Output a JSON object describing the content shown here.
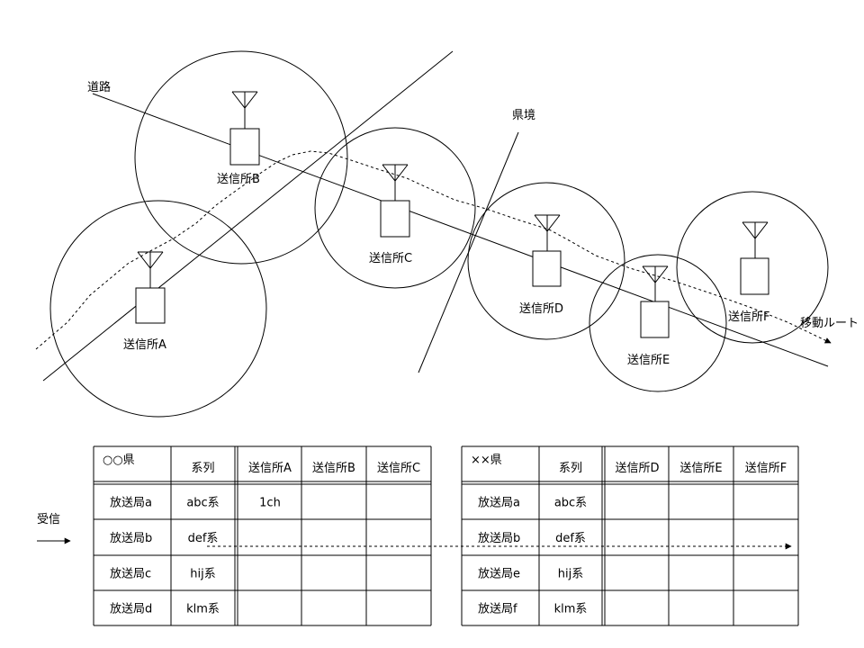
{
  "labels": {
    "road": "道路",
    "border": "県境",
    "route": "移動ルート",
    "receive": "受信"
  },
  "stations": [
    {
      "label": "送信所A"
    },
    {
      "label": "送信所B"
    },
    {
      "label": "送信所C"
    },
    {
      "label": "送信所D"
    },
    {
      "label": "送信所E"
    },
    {
      "label": "送信所F"
    }
  ],
  "table_left": {
    "prefecture": "○○県",
    "col_system": "系列",
    "stations": [
      "送信所A",
      "送信所B",
      "送信所C"
    ],
    "rows": [
      {
        "broadcaster": "放送局a",
        "system": "abc系",
        "cells": [
          "1ch",
          "",
          ""
        ]
      },
      {
        "broadcaster": "放送局b",
        "system": "def系",
        "cells": [
          "",
          "",
          ""
        ]
      },
      {
        "broadcaster": "放送局c",
        "system": "hij系",
        "cells": [
          "",
          "",
          ""
        ]
      },
      {
        "broadcaster": "放送局d",
        "system": "klm系",
        "cells": [
          "",
          "",
          ""
        ]
      }
    ]
  },
  "table_right": {
    "prefecture": "××県",
    "col_system": "系列",
    "stations": [
      "送信所D",
      "送信所E",
      "送信所F"
    ],
    "rows": [
      {
        "broadcaster": "放送局a",
        "system": "abc系",
        "cells": [
          "",
          "",
          ""
        ]
      },
      {
        "broadcaster": "放送局b",
        "system": "def系",
        "cells": [
          "",
          "",
          ""
        ]
      },
      {
        "broadcaster": "放送局e",
        "system": "hij系",
        "cells": [
          "",
          "",
          ""
        ]
      },
      {
        "broadcaster": "放送局f",
        "system": "klm系",
        "cells": [
          "",
          "",
          ""
        ]
      }
    ]
  }
}
